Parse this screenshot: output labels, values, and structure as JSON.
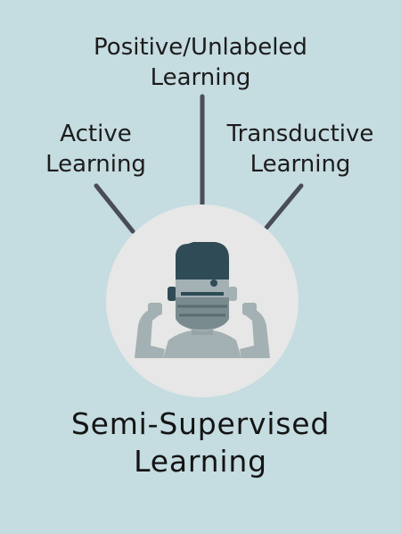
{
  "diagram": {
    "center_title": "Semi-Supervised\nLearning",
    "branches": [
      {
        "label": "Positive/Unlabeled\nLearning"
      },
      {
        "label": "Active\nLearning"
      },
      {
        "label": "Transductive\nLearning"
      }
    ],
    "center_icon": "muscular-person-with-face-mask-icon"
  },
  "colors": {
    "background": "#c5dce1",
    "connector": "#4a4d58",
    "circle": "#e6e7e6",
    "figure_dark": "#2f4b55",
    "figure_light": "#a3b0b4",
    "figure_mid": "#7a8b90"
  }
}
